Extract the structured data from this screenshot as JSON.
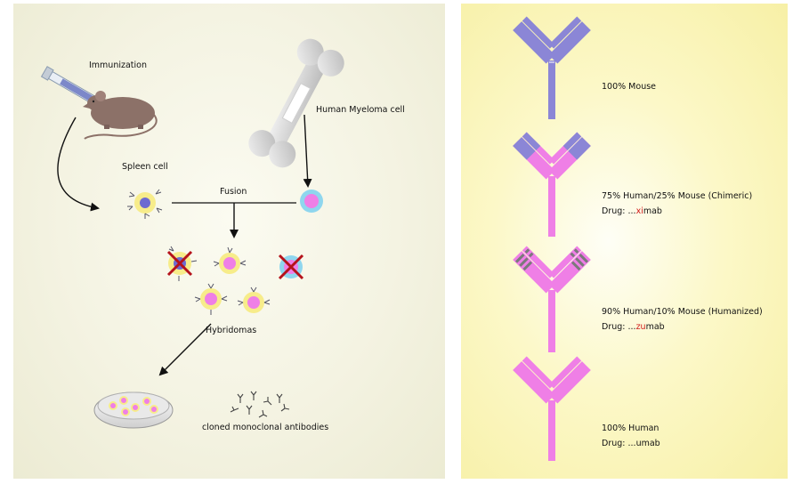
{
  "left": {
    "immunization": "Immunization",
    "myeloma": "Human Myeloma cell",
    "spleen": "Spleen cell",
    "fusion": "Fusion",
    "hybridomas": "Hybridomas",
    "cloned": "cloned monoclonal antibodies"
  },
  "right": {
    "items": [
      {
        "title": "100% Mouse",
        "drug_prefix": "",
        "drug_dots": "",
        "drug_highlight": "",
        "drug_suffix": ""
      },
      {
        "title": "75% Human/25% Mouse (Chimeric)",
        "drug_prefix": "Drug: ",
        "drug_dots": "...",
        "drug_highlight": "xi",
        "drug_suffix": "mab"
      },
      {
        "title": "90% Human/10% Mouse (Humanized)",
        "drug_prefix": "Drug: ",
        "drug_dots": "...",
        "drug_highlight": "zu",
        "drug_suffix": "mab"
      },
      {
        "title": "100% Human",
        "drug_prefix": "Drug: ",
        "drug_dots": "...",
        "drug_highlight": "",
        "drug_suffix": "umab"
      }
    ]
  },
  "colors": {
    "mouse": "#8b86d6",
    "human": "#ef7fe6",
    "cell_ring": "#f7ec8a",
    "myeloma_ring": "#8fd6ee",
    "cross": "#b5121b"
  }
}
